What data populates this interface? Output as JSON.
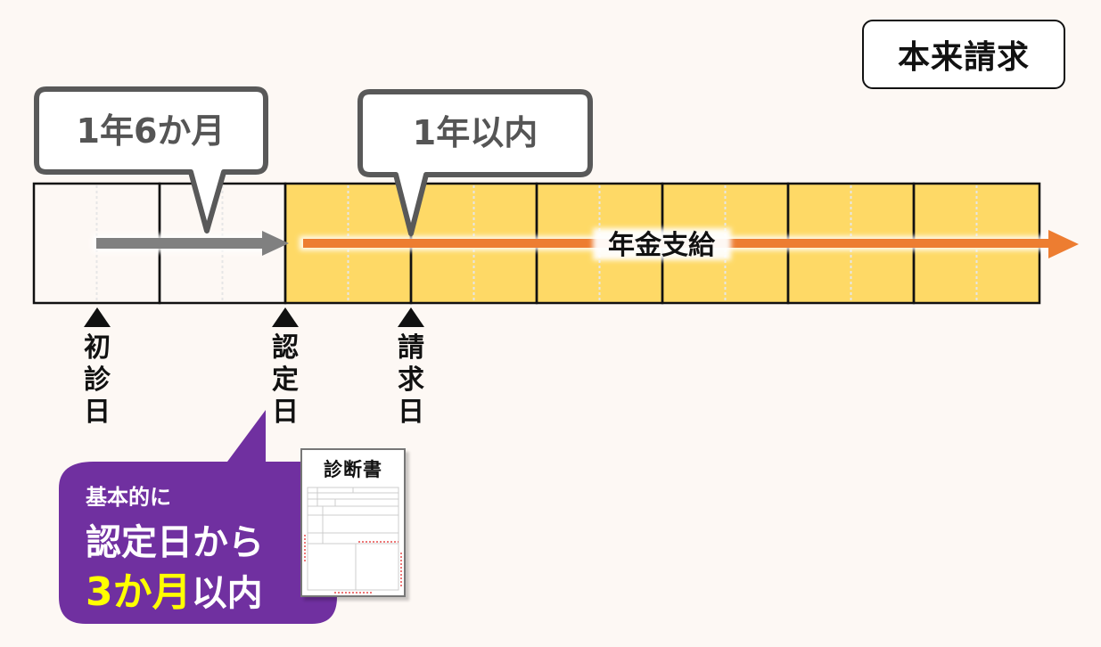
{
  "title": "本来請求",
  "bubbles": {
    "first": "1年6か月",
    "second": "1年以内"
  },
  "arrow_label": "年金支給",
  "markers": [
    {
      "label": [
        "初",
        "診",
        "日"
      ],
      "name": "初診日"
    },
    {
      "label": [
        "認",
        "定",
        "日"
      ],
      "name": "認定日"
    },
    {
      "label": [
        "請",
        "求",
        "日"
      ],
      "name": "請求日"
    }
  ],
  "callout": {
    "line1": "基本的に",
    "line2": "認定日から",
    "line3_highlight": "3か月",
    "line3_rest": "以内"
  },
  "document": {
    "title": "診断書"
  },
  "colors": {
    "background": "#fdf8f4",
    "paid_period": "#fed966",
    "gray_arrow": "#808080",
    "orange_arrow": "#ed7d31",
    "callout_purple": "#7030a0",
    "highlight_yellow": "#ffff00",
    "bubble_border": "#595959"
  },
  "timeline": {
    "total_cells": 8,
    "unpaid_cells": 2,
    "paid_cells": 6
  }
}
